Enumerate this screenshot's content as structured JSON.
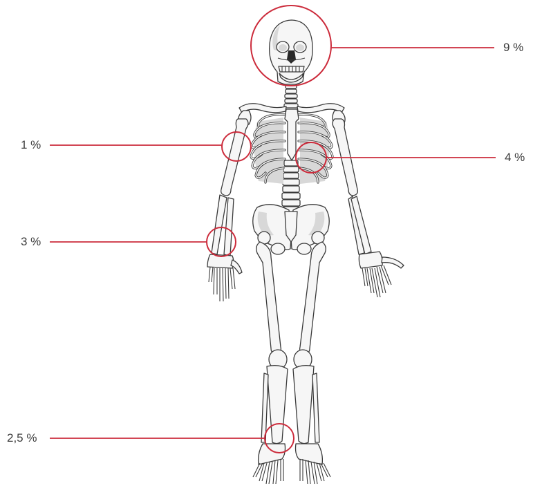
{
  "callouts": [
    {
      "id": "head",
      "label": "9 %",
      "side": "right"
    },
    {
      "id": "upper-arm",
      "label": "1 %",
      "side": "left"
    },
    {
      "id": "ribs",
      "label": "4 %",
      "side": "right"
    },
    {
      "id": "forearm",
      "label": "3 %",
      "side": "left"
    },
    {
      "id": "lower-leg",
      "label": "2,5 %",
      "side": "left"
    }
  ],
  "colors": {
    "accent": "#cc2b3b",
    "bone_fill": "#f6f6f6",
    "bone_outline": "#3a3a3a",
    "label_text": "#3c3c3c"
  }
}
